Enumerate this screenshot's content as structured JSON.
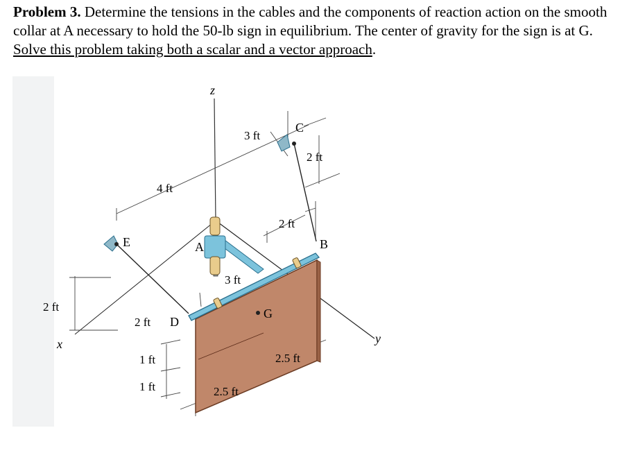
{
  "problem": {
    "label": "Problem 3.",
    "text": "Determine the tensions in the cables and the components of reaction action on the smooth collar at A necessary to hold the 50-lb sign in equilibrium.  The center of gravity for the sign is at G.",
    "underlined": "Solve this problem taking both a scalar and a vector approach",
    "end": "."
  },
  "figure": {
    "axes": {
      "z": "z",
      "x": "x",
      "y": "y"
    },
    "points": {
      "A": "A",
      "B": "B",
      "C": "C",
      "D": "D",
      "E": "E",
      "G": "G"
    },
    "dimensions": {
      "d_3ft_top": "3 ft",
      "d_2ft_right": "2 ft",
      "d_4ft": "4 ft",
      "d_2ft_mid": "2 ft",
      "d_3ft_mid": "3 ft",
      "d_2ft_left": "2 ft",
      "d_2ft_D": "2 ft",
      "d_1ft_a": "1 ft",
      "d_1ft_b": "1 ft",
      "d_2_5ft_right": "2.5 ft",
      "d_2_5ft_bottom": "2.5 ft"
    },
    "colors": {
      "rod": "#7cc3dc",
      "rod_dark": "#3e86a6",
      "collar": "#e9cc8c",
      "sign": "#c0876a",
      "sign_edge": "#6a3a22",
      "bracket": "#8fb8c8"
    }
  }
}
